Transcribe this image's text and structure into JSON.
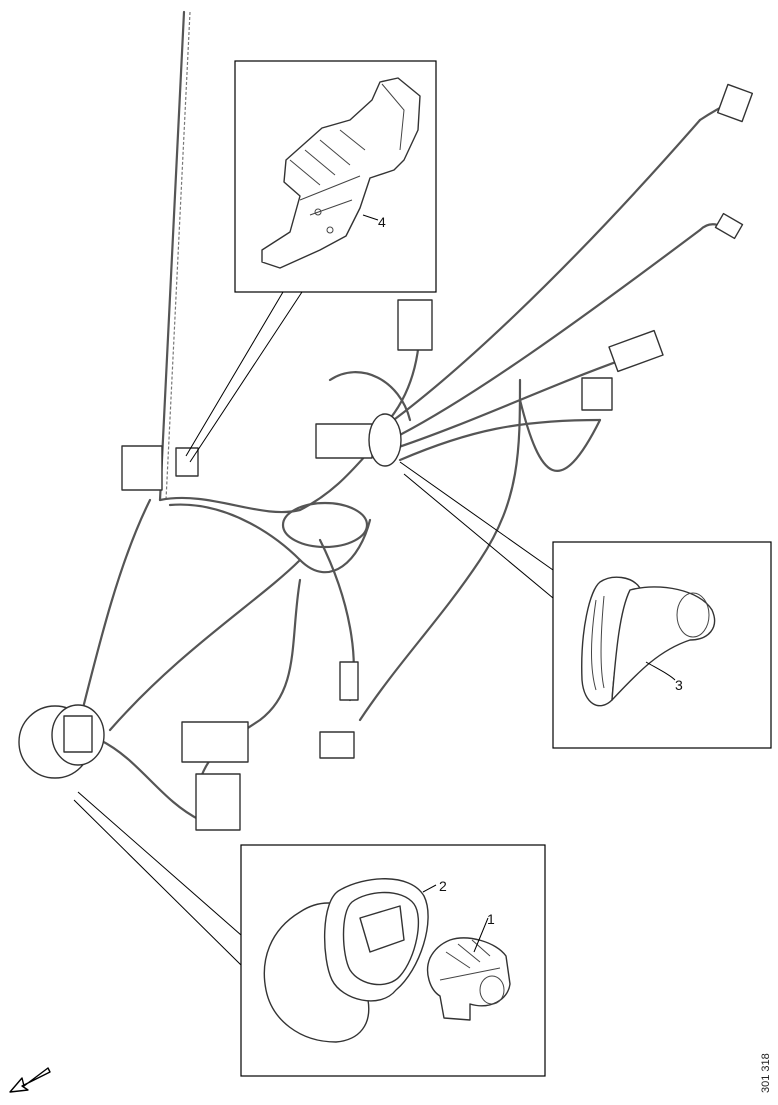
{
  "callouts": {
    "c1": "1",
    "c2": "2",
    "c3": "3",
    "c4": "4"
  },
  "reference_code": "301 318",
  "icons": {
    "direction_arrow": "arrow-down-left-icon"
  }
}
